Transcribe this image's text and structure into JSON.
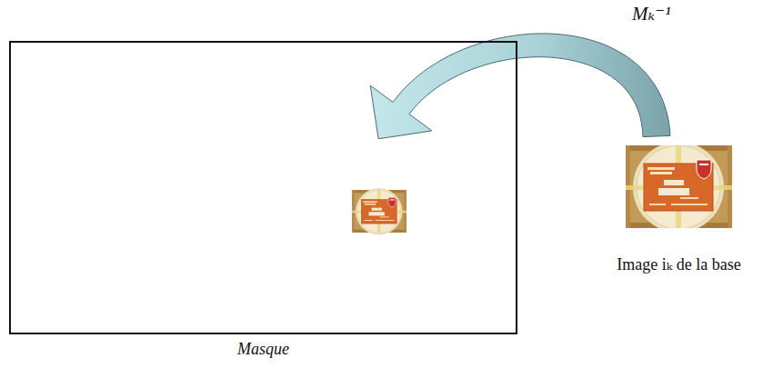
{
  "diagram": {
    "nodes": [
      {
        "text": [
          "Masque"
        ]
      },
      {
        "text": [
          "Image iₖ de la base"
        ]
      }
    ],
    "edges": [
      {
        "from": 1,
        "to": 0,
        "arrow": "to",
        "label": "Mₖ⁻¹"
      }
    ]
  }
}
